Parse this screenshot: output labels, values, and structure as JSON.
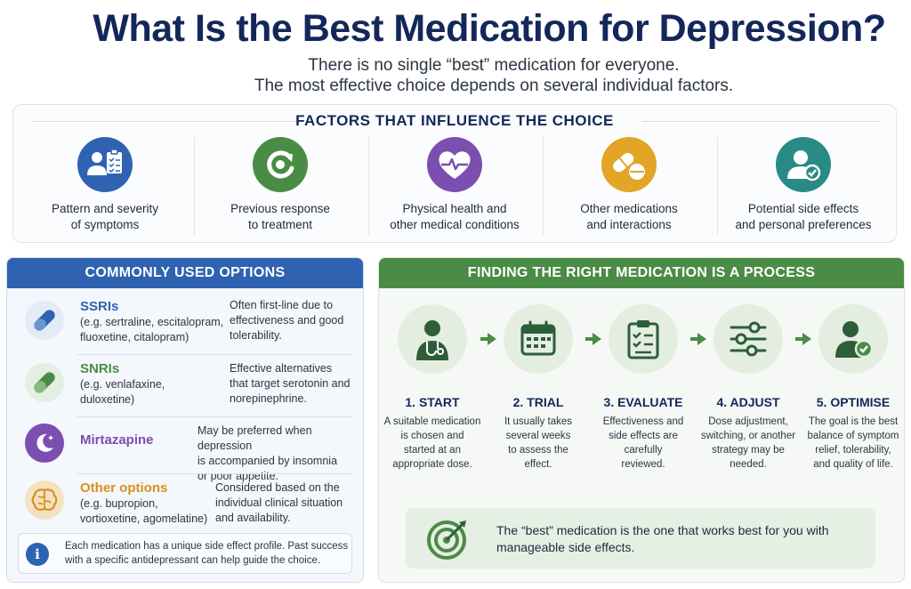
{
  "header": {
    "title": "What Is the Best Medication for Depression?",
    "subtitle_line1": "There is no single “best” medication for everyone.",
    "subtitle_line2": "The most effective choice depends on several individual factors."
  },
  "factors": {
    "heading": "FACTORS THAT INFLUENCE THE CHOICE",
    "items": [
      {
        "label": "Pattern and severity\nof symptoms",
        "icon": "patient-clipboard-icon",
        "color": "#2f63b1"
      },
      {
        "label": "Previous response\nto treatment",
        "icon": "circular-arrow-icon",
        "color": "#4a8c45"
      },
      {
        "label": "Physical health and\nother medical conditions",
        "icon": "heart-pulse-icon",
        "color": "#7a4fb0"
      },
      {
        "label": "Other medications\nand interactions",
        "icon": "pills-icon",
        "color": "#e2a526"
      },
      {
        "label": "Potential side effects\nand personal preferences",
        "icon": "person-check-icon",
        "color": "#2a8a86"
      }
    ]
  },
  "options": {
    "heading": "COMMONLY USED OPTIONS",
    "items": [
      {
        "name": "SSRIs",
        "examples": "(e.g. sertraline, escitalopram,\nfluoxetine, citalopram)",
        "description": "Often first-line due to\neffectiveness and good\ntolerability.",
        "icon": "capsule-icon",
        "color": "#2f63b1"
      },
      {
        "name": "SNRIs",
        "examples": "(e.g. venlafaxine,\nduloxetine)",
        "description": "Effective alternatives\nthat target serotonin and\nnorepinephrine.",
        "icon": "capsule-icon",
        "color": "#4a8c45"
      },
      {
        "name": "Mirtazapine",
        "examples": "",
        "description": "May be preferred when depression\nis accompanied by insomnia\nor poor appetite.",
        "icon": "moon-stars-icon",
        "color": "#7a4fb0"
      },
      {
        "name": "Other options",
        "examples": "(e.g. bupropion,\nvortioxetine, agomelatine)",
        "description": "Considered based on the\nindividual clinical situation\nand availability.",
        "icon": "brain-icon",
        "color": "#d9901f"
      }
    ],
    "note": "Each medication has a unique side effect profile. Past success with a specific antidepressant can help guide the choice.",
    "note_icon": "info-icon"
  },
  "process": {
    "heading": "FINDING THE RIGHT MEDICATION IS A PROCESS",
    "steps": [
      {
        "title": "1. START",
        "description": "A suitable medication\nis chosen and\nstarted at an\nappropriate dose.",
        "icon": "doctor-icon"
      },
      {
        "title": "2. TRIAL",
        "description": "It usually takes\nseveral weeks\nto assess the\neffect.",
        "icon": "calendar-icon"
      },
      {
        "title": "3. EVALUATE",
        "description": "Effectiveness and\nside effects are\ncarefully\nreviewed.",
        "icon": "clipboard-check-icon"
      },
      {
        "title": "4. ADJUST",
        "description": "Dose adjustment,\nswitching, or another\nstrategy may be\nneeded.",
        "icon": "sliders-icon"
      },
      {
        "title": "5. OPTIMISE",
        "description": "The goal is the best\nbalance of symptom\nrelief, tolerability,\nand quality of life.",
        "icon": "person-check-icon"
      }
    ],
    "best_text": "The “best” medication is the one that works best for you with manageable side effects.",
    "best_icon": "target-icon"
  },
  "colors": {
    "navy": "#13275a",
    "blue": "#2f63b1",
    "green": "#4a8c45",
    "purple": "#7a4fb0",
    "amber": "#e2a526",
    "teal": "#2a8a86"
  }
}
